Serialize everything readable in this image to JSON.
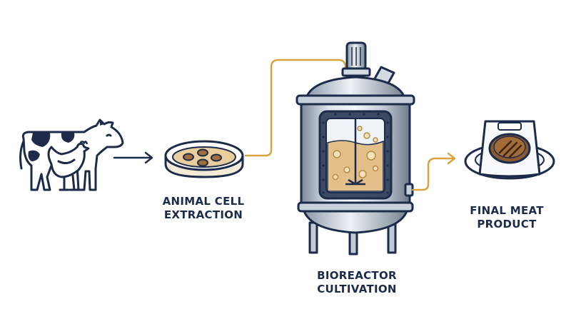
{
  "stages": [
    {
      "line1": "ANIMAL CELL",
      "line2": "EXTRACTION"
    },
    {
      "line1": "BIOREACTOR",
      "line2": "CULTIVATION"
    },
    {
      "line1": "FINAL MEAT",
      "line2": "PRODUCT"
    }
  ],
  "colors": {
    "navy": "#1c2b4a",
    "gold": "#d9a23c",
    "steel": "#b9c3cf",
    "steel_dark": "#6b7888",
    "culture": "#e3c08a",
    "patty": "#8a5a2e"
  },
  "icons": [
    "cow-icon",
    "chicken-icon",
    "petri-dish-icon",
    "bioreactor-icon",
    "packaged-meat-icon"
  ]
}
